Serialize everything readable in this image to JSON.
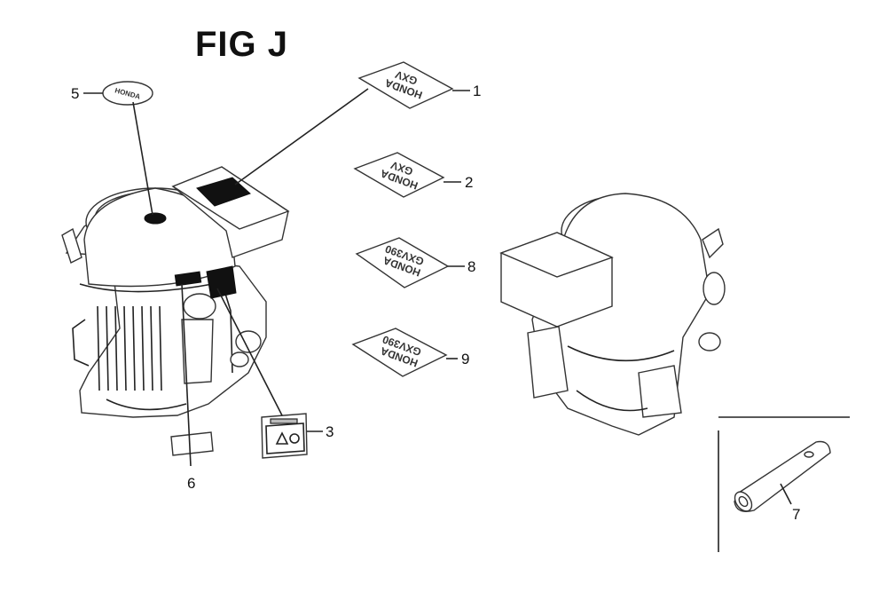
{
  "figure": {
    "title": "FIG J"
  },
  "callouts": [
    {
      "id": "1",
      "label": "1"
    },
    {
      "id": "2",
      "label": "2"
    },
    {
      "id": "3",
      "label": "3"
    },
    {
      "id": "5",
      "label": "5"
    },
    {
      "id": "6",
      "label": "6"
    },
    {
      "id": "7",
      "label": "7"
    },
    {
      "id": "8",
      "label": "8"
    },
    {
      "id": "9",
      "label": "9"
    }
  ],
  "decals": {
    "d1": {
      "line1": "HONDA",
      "line2": "GXV"
    },
    "d2": {
      "line1": "HONDA",
      "line2": "GXV"
    },
    "d8": {
      "line1": "HONDA",
      "line2": "GXV390"
    },
    "d9": {
      "line1": "HONDA",
      "line2": "GXV390"
    },
    "d5": {
      "line1": "HONDA"
    }
  }
}
